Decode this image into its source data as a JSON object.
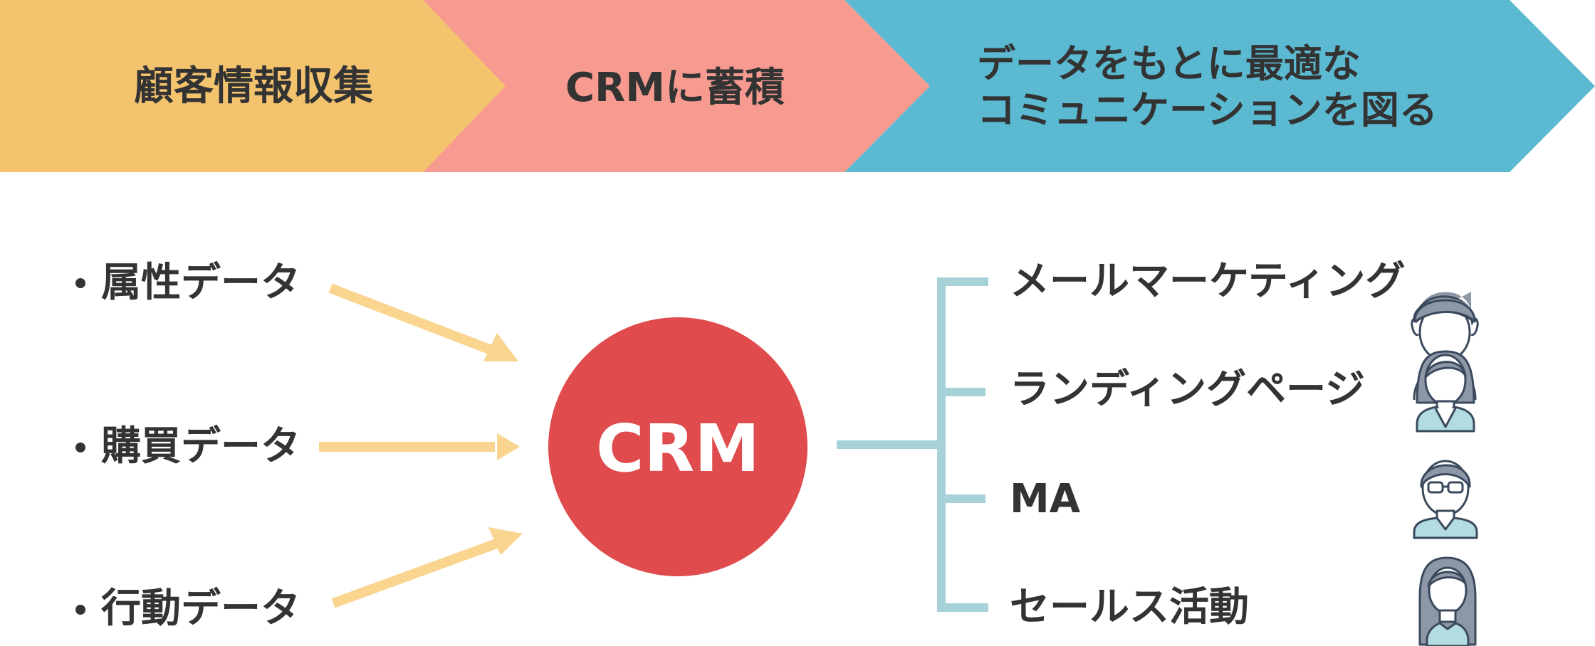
{
  "steps": [
    {
      "label": "顧客情報収集",
      "color": "#F3C36E"
    },
    {
      "label": "CRMに蓄積",
      "color": "#F79B91"
    },
    {
      "label_line1": "データをもとに最適な",
      "label_line2": "コミュニケーションを図る",
      "color": "#5BBAD2"
    }
  ],
  "inputs": [
    {
      "label": "属性データ"
    },
    {
      "label": "購買データ"
    },
    {
      "label": "行動データ"
    }
  ],
  "center": {
    "label": "CRM",
    "color": "#E04B4D"
  },
  "outputs": [
    {
      "label": "メールマーケティング",
      "icon": "businessman-icon"
    },
    {
      "label": "ランディングページ",
      "icon": "businesswoman-icon"
    },
    {
      "label": "MA",
      "icon": "man-with-glasses-icon"
    },
    {
      "label": "セールス活動",
      "icon": "woman-long-hair-icon"
    }
  ],
  "colors": {
    "arrow": "#F9D590",
    "connector": "#A7D3D8",
    "icon_line": "#3A4A5C",
    "icon_hair": "#8E97A6",
    "icon_shirt": "#B3DCE0"
  }
}
